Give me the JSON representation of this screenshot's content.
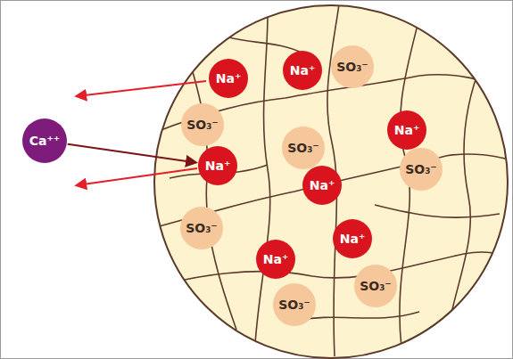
{
  "diagram": {
    "nodes": [
      {
        "text": [
          "Na⁺"
        ]
      },
      {
        "text": [
          "Na⁺"
        ]
      },
      {
        "text": [
          "SO₃⁻"
        ]
      },
      {
        "text": [
          "SO₃⁻"
        ]
      },
      {
        "text": [
          "Na⁺"
        ]
      },
      {
        "text": [
          "Ca⁺⁺"
        ]
      },
      {
        "text": [
          "SO₃⁻"
        ]
      },
      {
        "text": [
          "Na⁺"
        ]
      },
      {
        "text": [
          "SO₃⁻"
        ]
      },
      {
        "text": [
          "Na⁺"
        ]
      },
      {
        "text": [
          "SO₃⁻"
        ]
      },
      {
        "text": [
          "Na⁺"
        ]
      },
      {
        "text": [
          "Na⁺"
        ]
      },
      {
        "text": [
          "SO₃⁻"
        ]
      },
      {
        "text": [
          "SO₃⁻"
        ]
      }
    ],
    "edges": [
      {
        "from": 5,
        "to": 7,
        "arrow": "to"
      }
    ]
  }
}
